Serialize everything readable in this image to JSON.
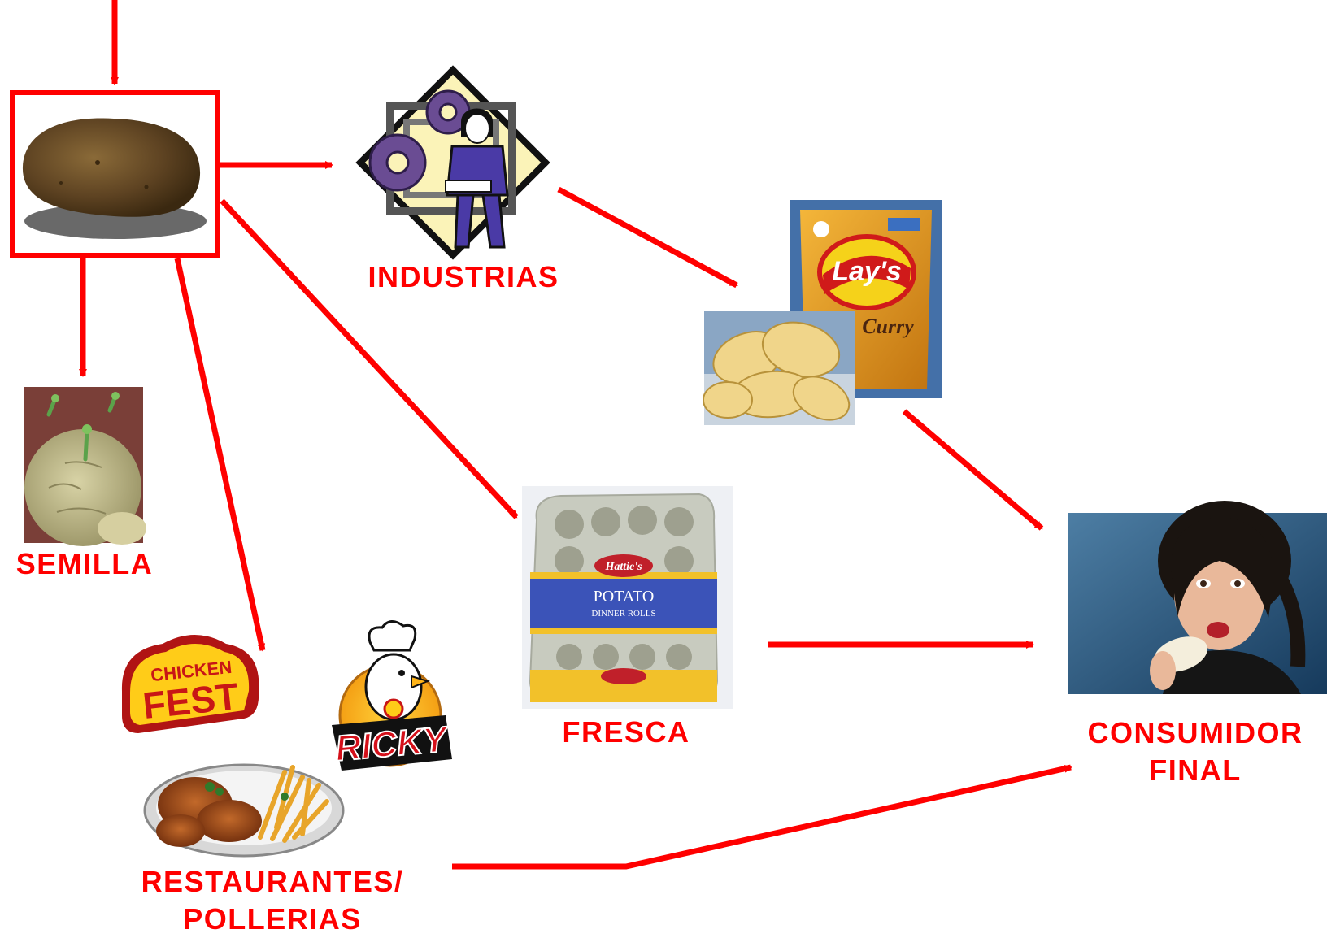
{
  "colors": {
    "accent": "#ff0000",
    "background": "#ffffff"
  },
  "nodes": {
    "potato": {
      "icon": "potato-icon"
    },
    "industrias": {
      "label": "INDUSTRIAS",
      "icon": "factory-worker-gears-icon"
    },
    "chips": {
      "icon": "lays-chips-bag-icon"
    },
    "semilla": {
      "label": "SEMILLA",
      "icon": "sprouting-potato-icon"
    },
    "fresca": {
      "label": "FRESCA",
      "icon": "potato-rolls-bag-icon"
    },
    "consumidor": {
      "label_line1": "CONSUMIDOR",
      "label_line2": "FINAL",
      "icon": "woman-eating-chip-icon"
    },
    "restaurantes": {
      "label_line1": "RESTAURANTES/",
      "label_line2": "POLLERIAS",
      "icon": "roast-chicken-fries-plate-icon",
      "logos": [
        {
          "text_line1": "CHICKEN",
          "text_line2": "FEST"
        },
        {
          "text": "RICKY"
        }
      ]
    }
  },
  "brand_text": {
    "lays": "Lay's",
    "lays_flavor": "Curry",
    "rolls_brand": "Hattie's",
    "rolls_line1": "POTATO",
    "rolls_line2": "DINNER ROLLS"
  }
}
